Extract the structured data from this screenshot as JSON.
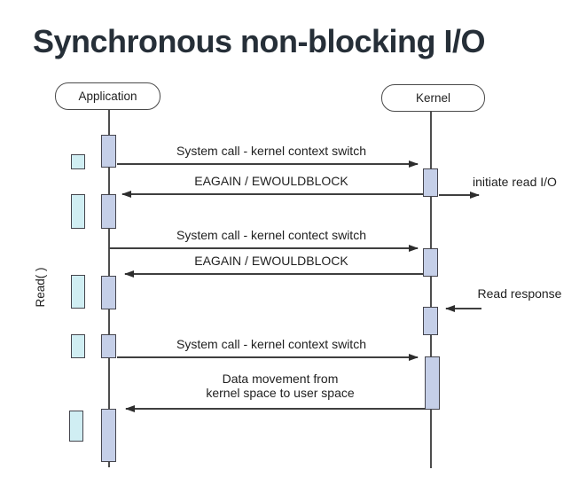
{
  "title": "Synchronous non-blocking I/O",
  "actors": {
    "application": "Application",
    "kernel": "Kernel"
  },
  "left_axis_label": "Read( )",
  "messages": {
    "syscall_1": "System call - kernel context switch",
    "eagain_1": "EAGAIN / EWOULDBLOCK",
    "syscall_2": "System call - kernel contect switch",
    "eagain_2": "EAGAIN / EWOULDBLOCK",
    "syscall_3": "System call - kernel context switch",
    "data_movement_line1": "Data movement from",
    "data_movement_line2": "kernel space to user space"
  },
  "annotations": {
    "initiate_read": "initiate read I/O",
    "read_response": "Read response"
  },
  "colors": {
    "title": "#262f38",
    "line": "#3f3f3f",
    "activation_fill": "#c5cfe8",
    "buffer_fill": "#d0eef3"
  }
}
